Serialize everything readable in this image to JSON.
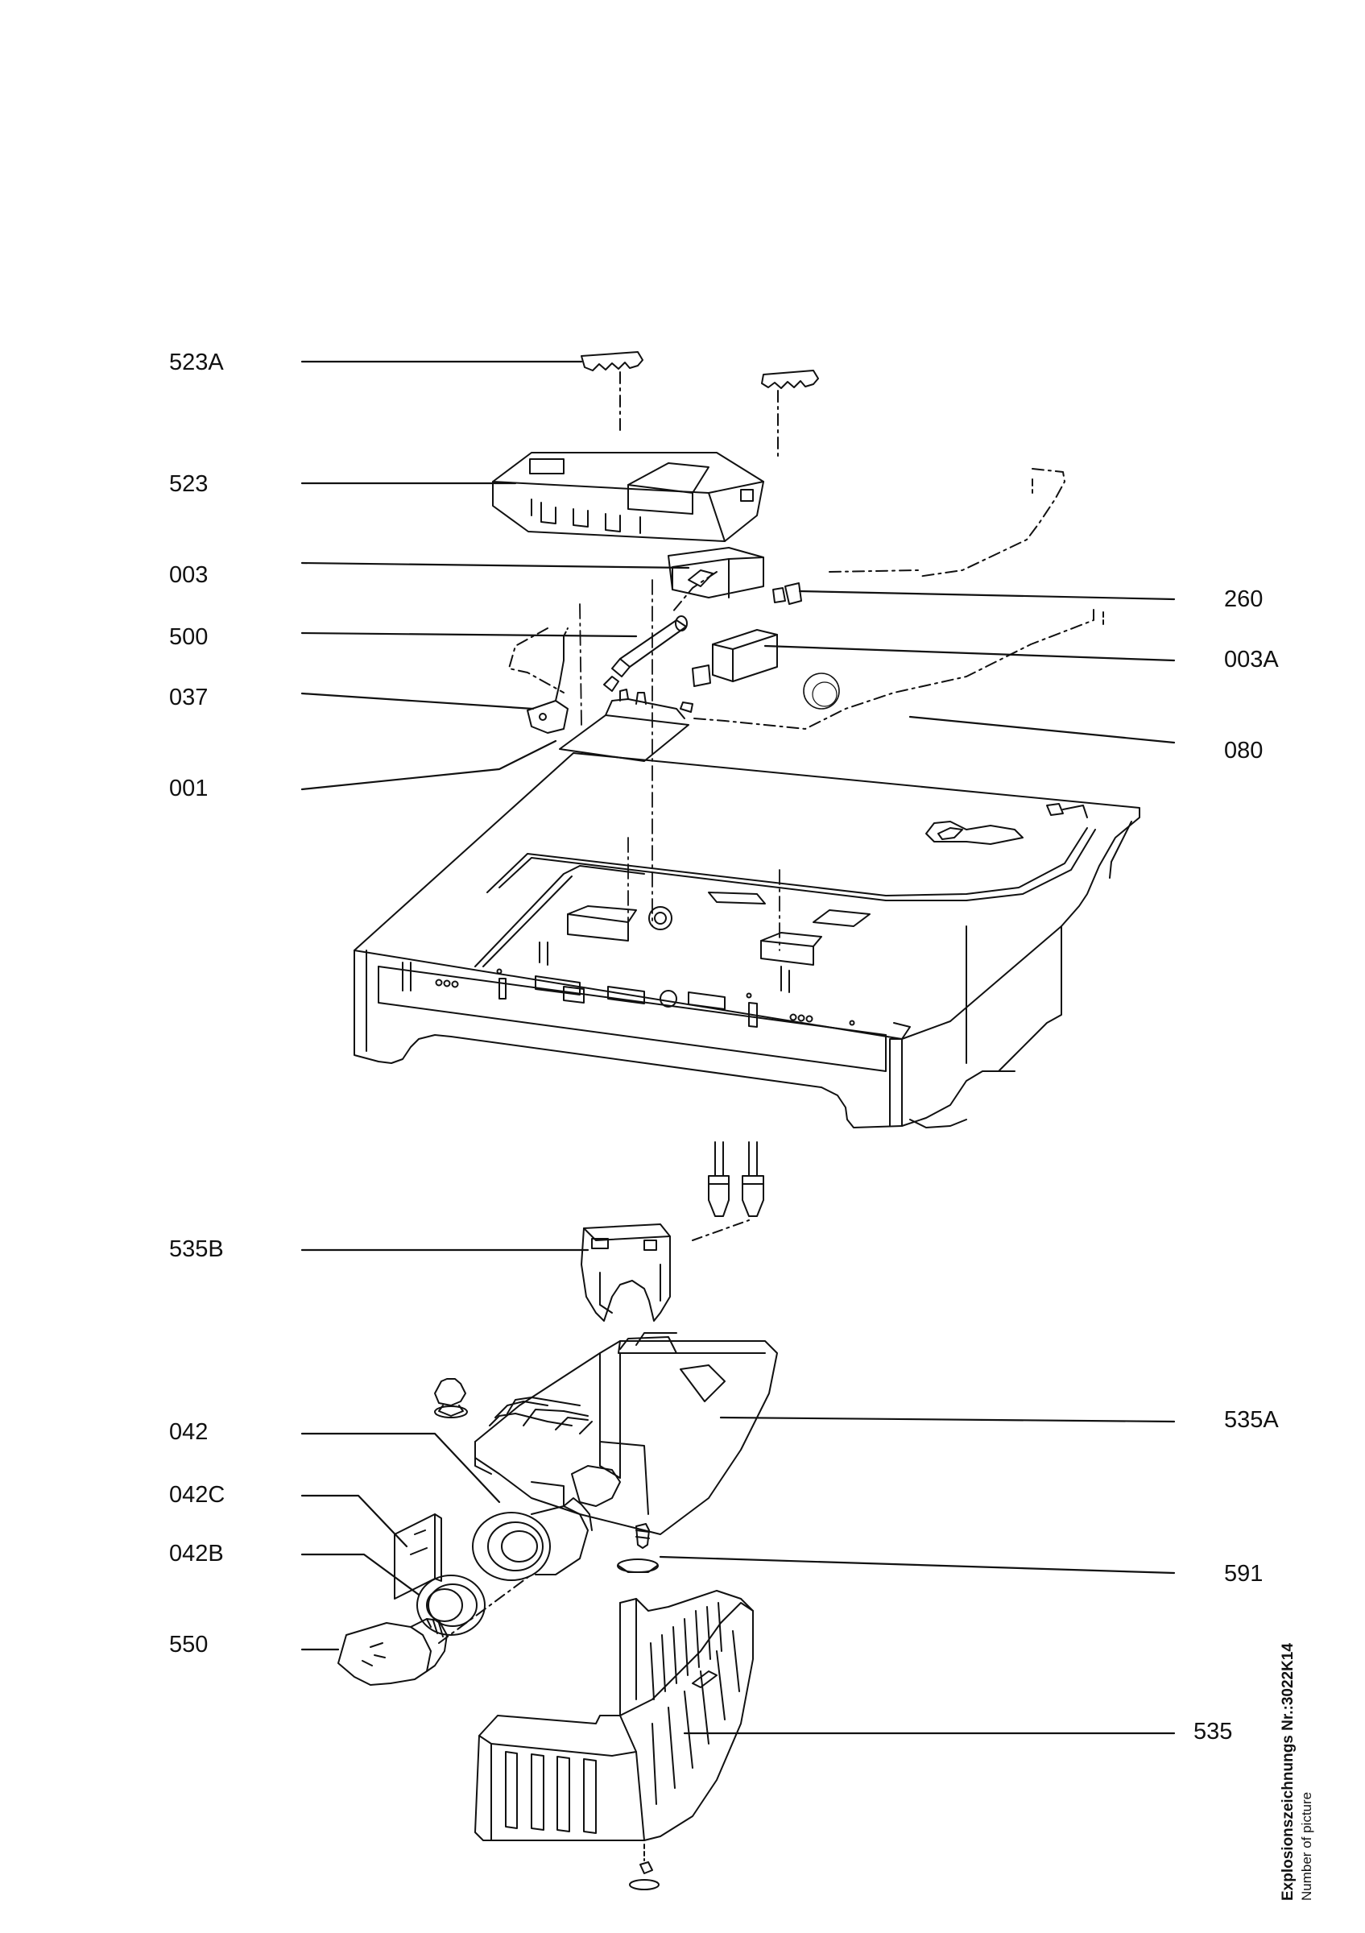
{
  "labels_left": [
    "523A",
    "523",
    "003",
    "500",
    "037",
    "001",
    "535B",
    "042",
    "042C",
    "042B",
    "550"
  ],
  "labels_right": [
    "260",
    "003A",
    "080",
    "535A",
    "591",
    "535"
  ],
  "caption": {
    "title": "Explosionszeichnungs Nr.:3022K14",
    "subtitle": "Number of picture"
  }
}
